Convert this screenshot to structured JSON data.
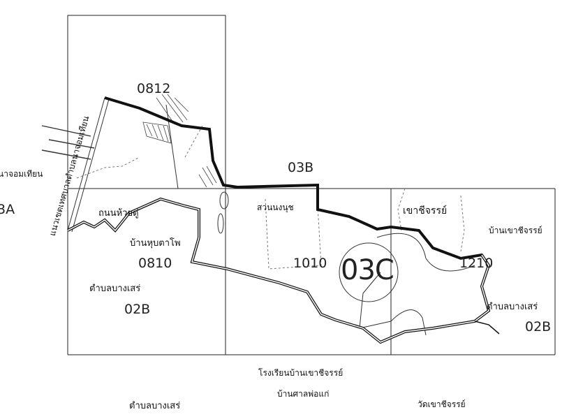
{
  "map": {
    "sheet_codes": {
      "top_block": "0812",
      "north": "03B",
      "west": "3A",
      "west_lower": "0810",
      "center": "1010",
      "center_big": "03C",
      "east": "1210",
      "southwest_zone": "02B",
      "southeast_zone": "02B"
    },
    "place_names": {
      "na_jomtien": "นาจอมเทียน",
      "huai_du_road": "ถนนห้วยดู่",
      "ban_hup_ta_pho": "บ้านหุบตาโพ",
      "tambon_bang_sare_1": "ตำบลบางเสร่",
      "suan_nong_nooch": "สวนนงนุช",
      "khao_chi_chan": "เขาชีจรรย์",
      "ban_khao_chi_chan": "บ้านเขาชีจรรย์",
      "tambon_bang_sare_2": "ตำบลบางเสร่",
      "school": "โรงเรียนบ้านเขาชีจรรย์",
      "ban_san_pho_kae": "บ้านศาลพ่อแก่",
      "tambon_bang_sare_3": "ตำบลบางเสร่",
      "wat_khao_chi_chan": "วัดเขาชีจรรย์",
      "municipal_boundary": "แนวเขตเทศบาลตำบลนาจอมเทียน"
    },
    "colors": {
      "ink": "#111111",
      "paper": "#ffffff"
    }
  }
}
